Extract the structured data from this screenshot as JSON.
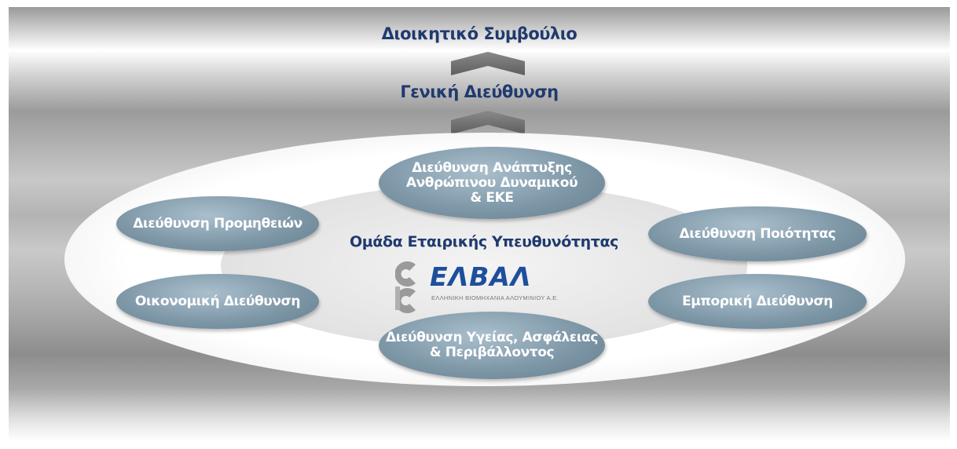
{
  "top_title": "Διοικητικό Συμβούλιο",
  "second_title": "Γενική Διεύθυνση",
  "center_title": "Ομάδα Εταιρικής Υπευθυνότητας",
  "logo": {
    "name": "ΕΛΒΑΛ",
    "subtitle": "ΕΛΛΗΝΙΚΗ ΒΙΟΜΗΧΑΝΙΑ ΑΛΟΥΜΙΝΙΟΥ Α.Ε.",
    "color": "#1e4f9c"
  },
  "nodes": {
    "hr": {
      "line1": "Διεύθυνση Ανάπτυξης",
      "line2": "Ανθρώπινου Δυναμικού",
      "line3": "& ΕΚΕ"
    },
    "procurement": {
      "label": "Διεύθυνση Προμηθειών"
    },
    "quality": {
      "label": "Διεύθυνση Ποιότητας"
    },
    "finance": {
      "label": "Οικονομική Διεύθυνση"
    },
    "commercial": {
      "label": "Εμπορική Διεύθυνση"
    },
    "hse": {
      "line1": "Διεύθυνση Υγείας, Ασφάλειας",
      "line2": "& Περιβάλλοντος"
    }
  },
  "colors": {
    "title_text": "#1f3a6e",
    "node_fill": "#7f98a8",
    "node_text": "#ffffff"
  }
}
